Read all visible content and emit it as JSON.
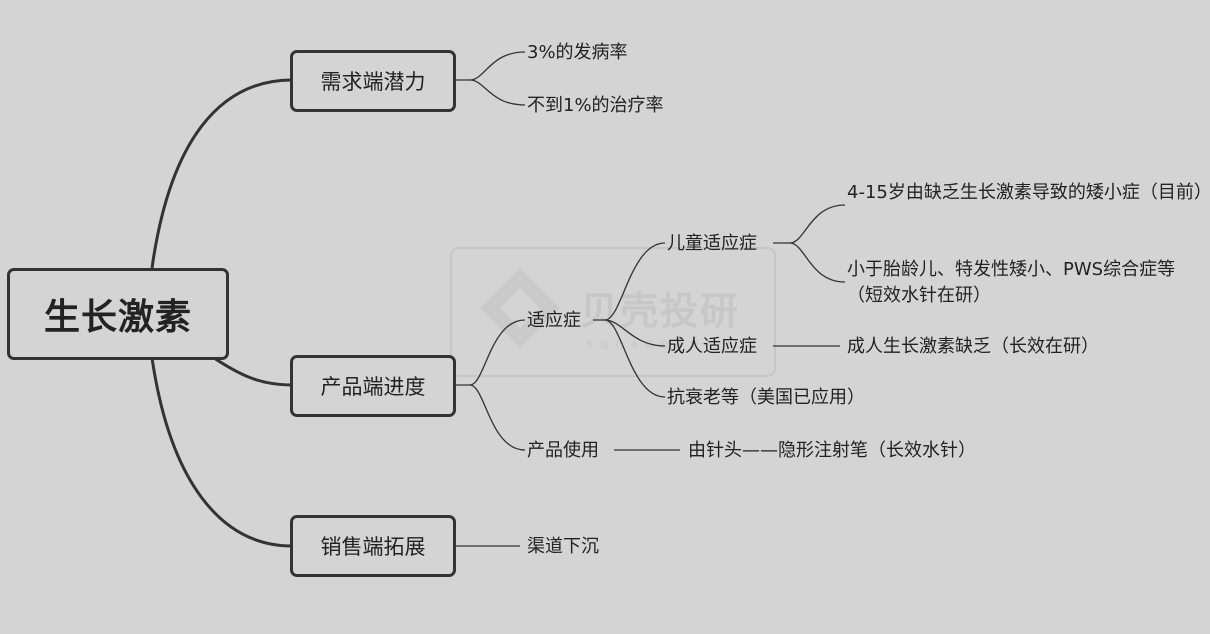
{
  "watermark": {
    "text": "贝壳投研",
    "subtext": "专注行业研究分析"
  },
  "root": {
    "label": "生长激素"
  },
  "branches": {
    "demand": {
      "label": "需求端潜力",
      "items": [
        "3%的发病率",
        "不到1%的治疗率"
      ]
    },
    "product": {
      "label": "产品端进度",
      "indication": {
        "label": "适应症",
        "children": {
          "child": {
            "label": "儿童适应症",
            "items": [
              "4-15岁由缺乏生长激素导致的矮小症（目前）",
              "小于胎龄儿、特发性矮小、PWS综合症等（短效水针在研）"
            ]
          },
          "adult": {
            "label": "成人适应症",
            "items": [
              "成人生长激素缺乏（长效在研）"
            ]
          },
          "antiaging": {
            "label": "抗衰老等（美国已应用）"
          }
        }
      },
      "usage": {
        "label": "产品使用",
        "detail": "由针头——隐形注射笔（长效水针）"
      }
    },
    "sales": {
      "label": "销售端拓展",
      "items": [
        "渠道下沉"
      ]
    }
  }
}
